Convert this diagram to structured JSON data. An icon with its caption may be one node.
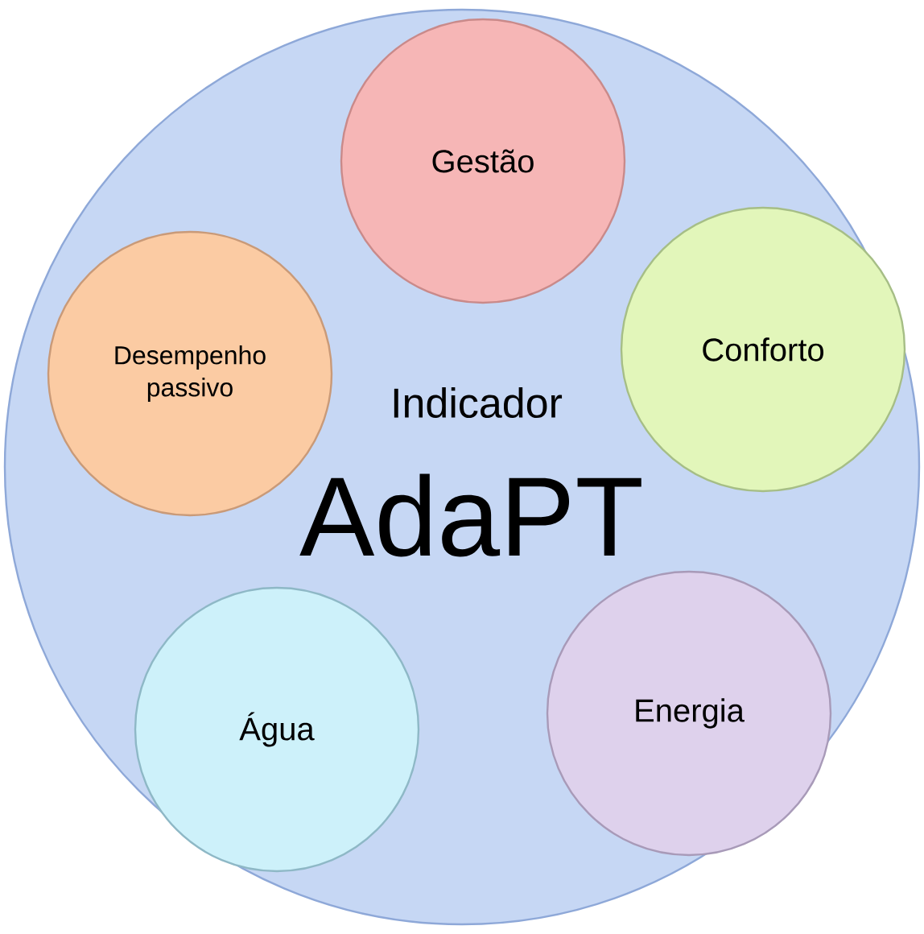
{
  "diagram": {
    "nodes": [
      {
        "text": [
          "Indicador",
          "AdaPT"
        ]
      },
      {
        "text": [
          "Gestão"
        ],
        "in": 0
      },
      {
        "text": [
          "Desempenho passivo"
        ],
        "in": 0
      },
      {
        "text": [
          "Conforto"
        ],
        "in": 0
      },
      {
        "text": [
          "Água"
        ],
        "in": 0
      },
      {
        "text": [
          "Energia"
        ],
        "in": 0
      }
    ]
  }
}
